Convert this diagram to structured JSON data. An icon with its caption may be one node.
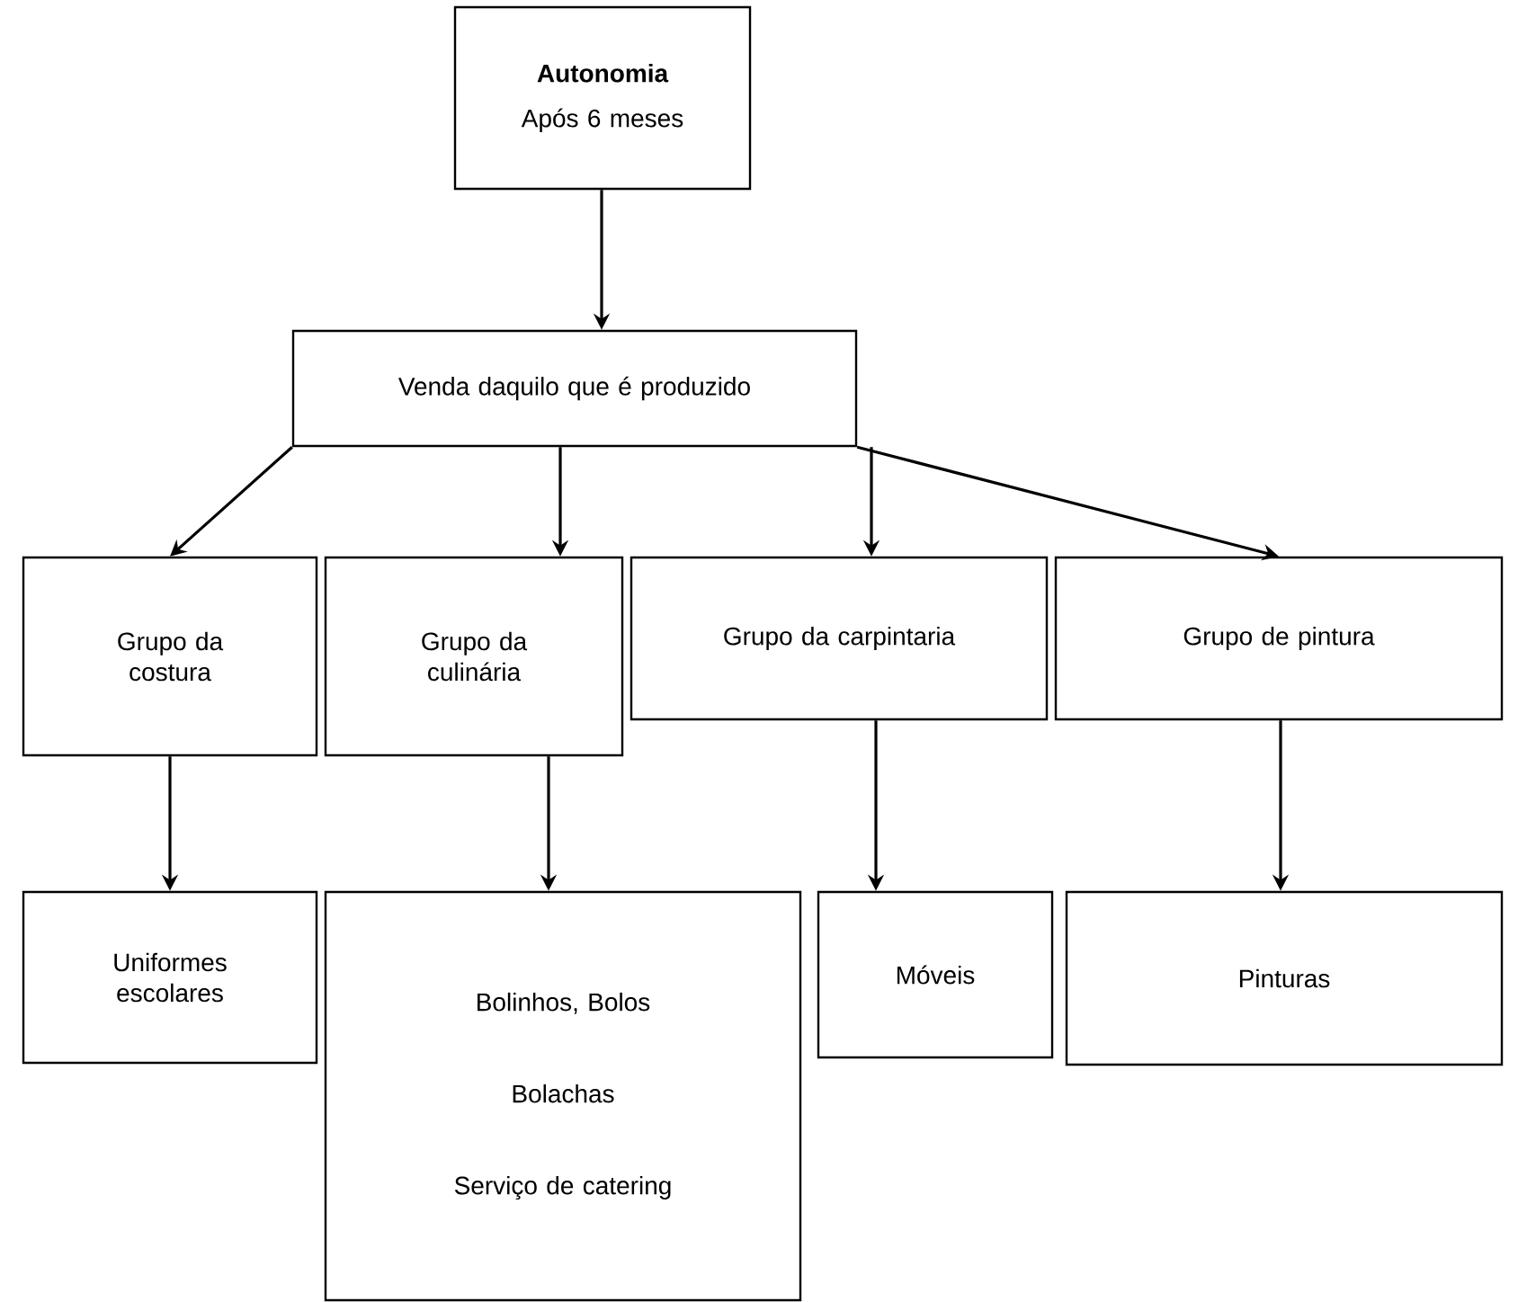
{
  "diagram": {
    "nodes": [
      {
        "text": [
          "Autonomia",
          "Após 6 meses"
        ]
      },
      {
        "text": [
          "Venda daquilo que é produzido"
        ]
      },
      {
        "text": [
          "Grupo da costura"
        ]
      },
      {
        "text": [
          "Grupo da culinária"
        ]
      },
      {
        "text": [
          "Grupo da carpintaria"
        ]
      },
      {
        "text": [
          "Grupo de pintura"
        ]
      },
      {
        "text": [
          "Uniformes escolares"
        ]
      },
      {
        "text": [
          "Bolinhos, Bolos",
          "Bolachas",
          "Serviço de catering"
        ]
      },
      {
        "text": [
          "Móveis"
        ]
      },
      {
        "text": [
          "Pinturas"
        ]
      }
    ],
    "edges": [
      {
        "from": 0,
        "to": 1,
        "arrow": "to"
      },
      {
        "from": 1,
        "to": 2,
        "arrow": "to"
      },
      {
        "from": 1,
        "to": 3,
        "arrow": "to"
      },
      {
        "from": 1,
        "to": 4,
        "arrow": "to"
      },
      {
        "from": 1,
        "to": 5,
        "arrow": "to"
      },
      {
        "from": 2,
        "to": 6,
        "arrow": "to"
      },
      {
        "from": 3,
        "to": 7,
        "arrow": "to"
      },
      {
        "from": 4,
        "to": 8,
        "arrow": "to"
      },
      {
        "from": 5,
        "to": 9,
        "arrow": "to"
      }
    ]
  }
}
